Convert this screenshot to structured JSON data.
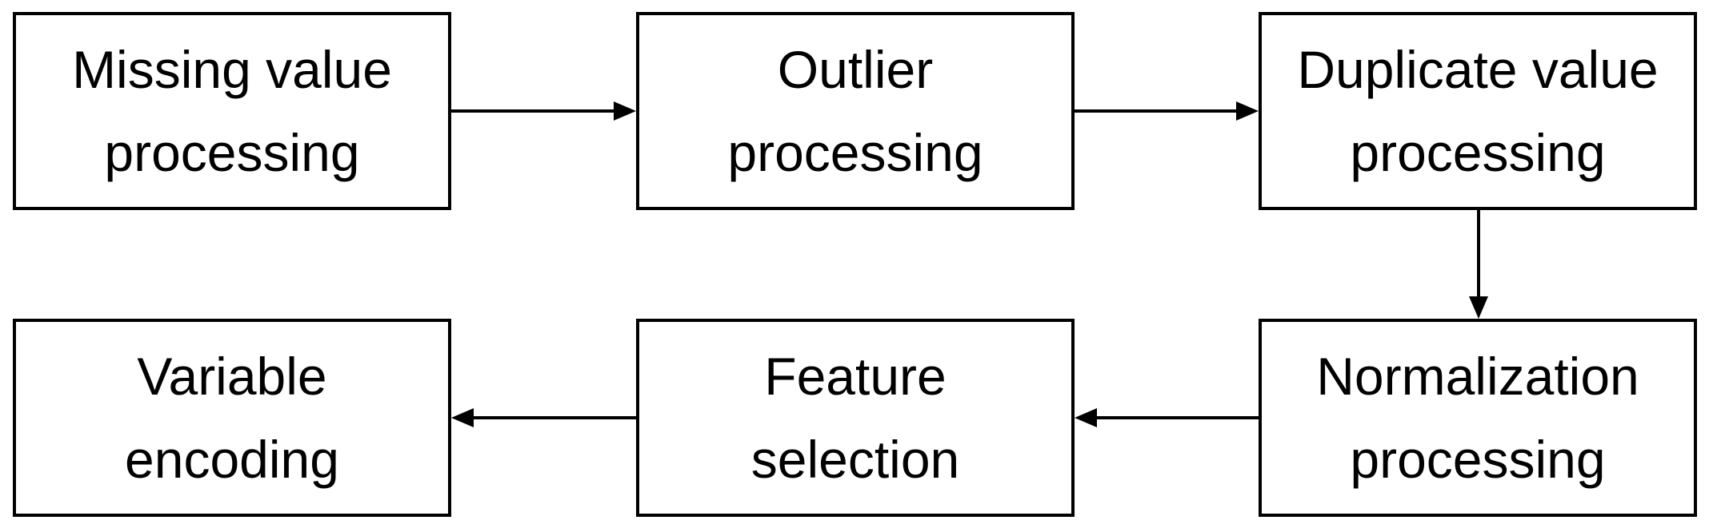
{
  "diagram": {
    "steps": [
      {
        "line1": "Missing value",
        "line2": "processing"
      },
      {
        "line1": "Outlier",
        "line2": "processing"
      },
      {
        "line1": "Duplicate value",
        "line2": "processing"
      },
      {
        "line1": "Normalization",
        "line2": "processing"
      },
      {
        "line1": "Feature",
        "line2": "selection"
      },
      {
        "line1": "Variable",
        "line2": "encoding"
      }
    ],
    "colors": {
      "line": "#000000",
      "background": "#ffffff"
    }
  }
}
